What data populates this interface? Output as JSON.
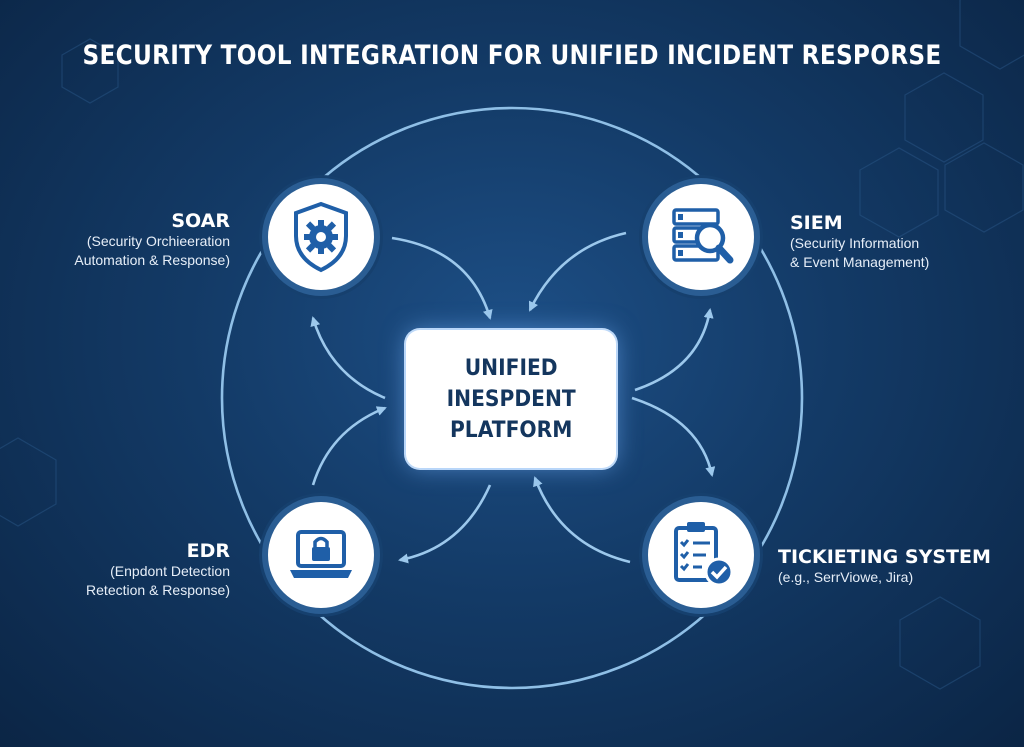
{
  "title": "SECURITY TOOL INTEGRATION FOR UNIFIED INCIDENT RESPORSE",
  "center": {
    "label": "UNIFIED\nINESPDENT\nPLATFORM"
  },
  "nodes": {
    "soar": {
      "name": "SOAR",
      "desc_line1": "(Security Orchieeration",
      "desc_line2": "Automation & Response)",
      "icon": "shield-gear-icon"
    },
    "siem": {
      "name": "SIEM",
      "desc_line1": "(Security Information",
      "desc_line2": "& Event Management)",
      "icon": "server-search-icon"
    },
    "edr": {
      "name": "EDR",
      "desc_line1": "(Enpdont Detection",
      "desc_line2": "Retection & Response)",
      "icon": "laptop-lock-icon"
    },
    "ticketing": {
      "name": "TICKIETING SYSTEM",
      "desc_line1": "(e.g., SerrViowe, Jira)",
      "icon": "clipboard-check-icon"
    }
  },
  "colors": {
    "accent": "#1f5fa8",
    "line": "#9cc8ec",
    "icon": "#1f5fa8"
  }
}
